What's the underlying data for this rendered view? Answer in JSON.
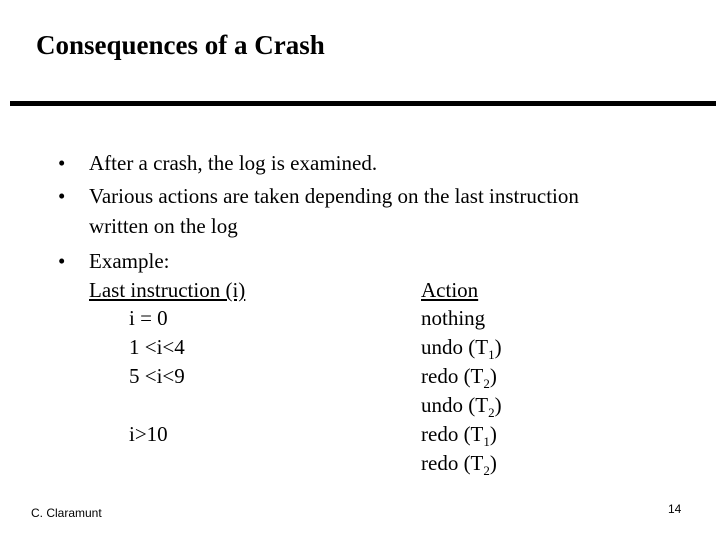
{
  "slide": {
    "title": "Consequences of a Crash",
    "bullets": [
      "After a crash, the log is examined.",
      "Various actions are taken depending on the last instruction",
      "written on the log",
      "Example:"
    ],
    "table": {
      "header_left": "Last instruction (i)",
      "header_right": "Action",
      "rows": [
        {
          "condition": "i = 0",
          "action_text": "nothing",
          "action_sub": ""
        },
        {
          "condition": "1 <i<4",
          "action_text": "undo (T",
          "action_sub": "1",
          "action_close": ")"
        },
        {
          "condition": "5 <i<9",
          "action_text": "redo (T",
          "action_sub": "2",
          "action_close": ")"
        },
        {
          "condition": "",
          "action_text": "undo (T",
          "action_sub": "2",
          "action_close": ")"
        },
        {
          "condition": "i>10",
          "action_text": "redo (T",
          "action_sub": "1",
          "action_close": ")"
        },
        {
          "condition": "",
          "action_text": "redo (T",
          "action_sub": "2",
          "action_close": ")"
        }
      ]
    },
    "footer_author": "C. Claramunt",
    "page_number": "14"
  }
}
